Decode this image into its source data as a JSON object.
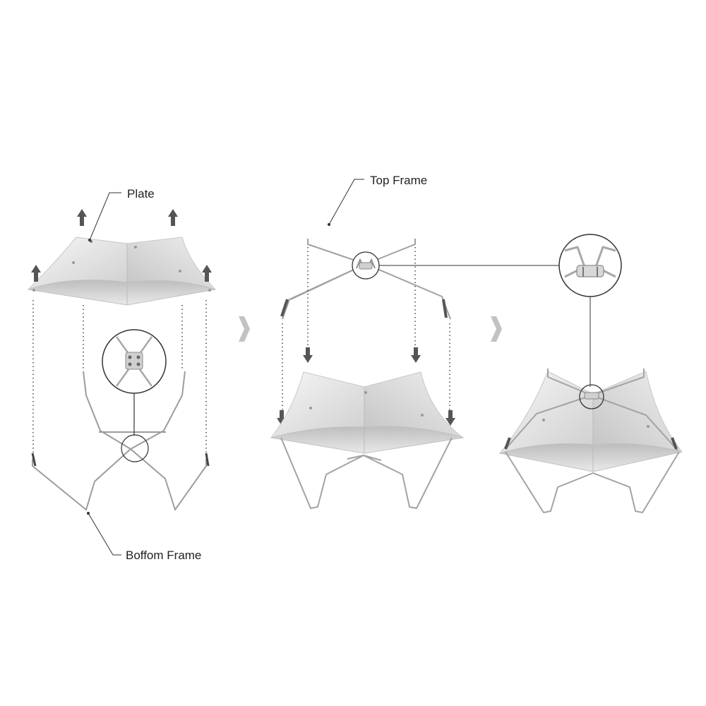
{
  "labels": {
    "plate": "Plate",
    "top_frame": "Top Frame",
    "bottom_frame": "Boffom  Frame"
  },
  "colors": {
    "metal_light": "#f2f2f2",
    "metal_mid": "#d6d6d6",
    "metal_dark": "#b3b3b3",
    "wire": "#9c9c9c",
    "arrow": "#555555",
    "chevron": "#c2c2c2",
    "leader": "#333333",
    "dotted": "#444444"
  },
  "icons": {
    "up_arrow": "up-arrow-icon",
    "down_arrow": "down-arrow-icon",
    "step_chevron": "chevron-right-icon"
  }
}
